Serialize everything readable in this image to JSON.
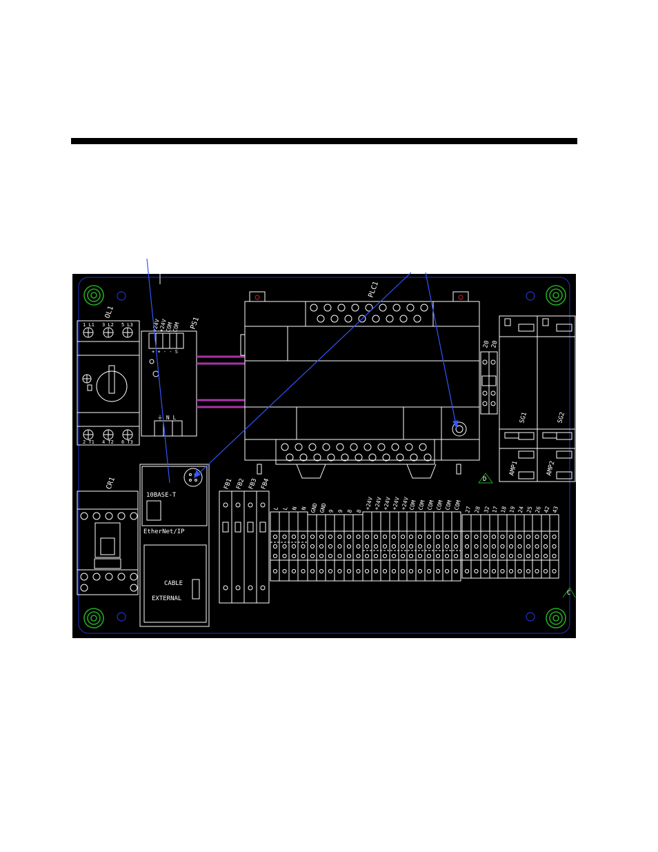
{
  "colors": {
    "background": "#000000",
    "lines": "#ffffff",
    "callout": "#3355ff",
    "screw_green": "#22aa22",
    "frame_blue": "#2233cc",
    "led_red": "#cc2222"
  },
  "labels": {
    "ol1": "OL1",
    "ol1_top_terms": [
      "1 L1",
      "3 L2",
      "5 L3"
    ],
    "ol1_bottom_terms": [
      "2 T1",
      "4 T2",
      "6 T3"
    ],
    "ps1": "PS1",
    "ps1_terms": [
      "+24V",
      "+24V",
      "COM",
      "COM"
    ],
    "ps1_signs": "+ + - - S",
    "ps1_bottom": "⏚ N L",
    "plc1": "PLC1",
    "cr1": "CR1",
    "ethernet_port": "10BASE-T",
    "ethernet_module": "EtherNet/IP",
    "cable": "CABLE",
    "external": "EXTERNAL",
    "fuse_blocks": [
      "FB1",
      "FB2",
      "FB3",
      "FB4"
    ],
    "sg1": "SG1",
    "sg2": "SG2",
    "amp1": "AMP1",
    "amp2": "AMP2",
    "terminal_20a": "20",
    "terminal_20b": "20",
    "marker_d": "D",
    "marker_c": "C",
    "terminal_group1": [
      "L",
      "L",
      "N",
      "N"
    ],
    "terminal_group2": [
      "GND",
      "GND"
    ],
    "terminal_group3": [
      "9",
      "9",
      "8",
      "8"
    ],
    "terminal_group4": [
      "+24V",
      "+24V",
      "+24V",
      "+24V",
      "+24V"
    ],
    "terminal_group5": [
      "COM",
      "COM",
      "COM",
      "COM",
      "COM",
      "COM"
    ],
    "terminal_group6": [
      "27",
      "28",
      "32"
    ],
    "terminal_group7": [
      "17",
      "18",
      "19",
      "24",
      "25",
      "26",
      "42",
      "43"
    ]
  }
}
